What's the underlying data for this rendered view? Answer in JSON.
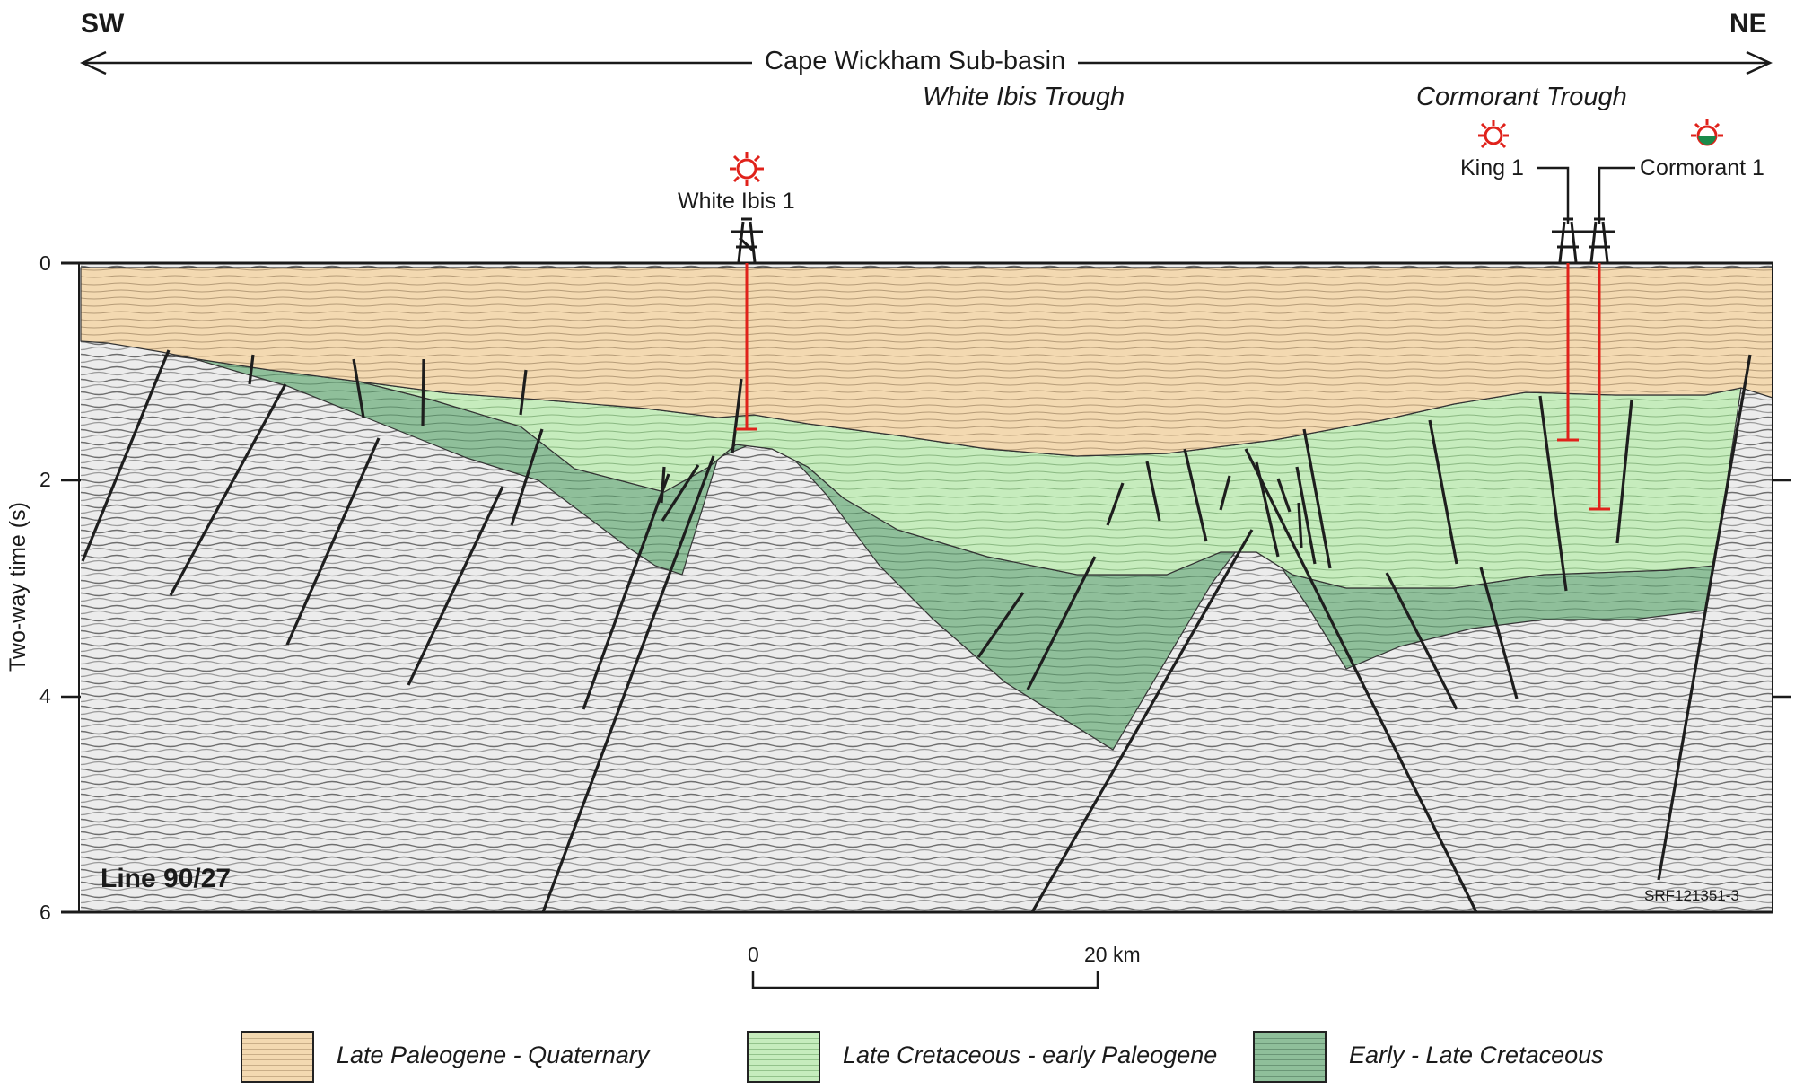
{
  "header": {
    "dir_left": "SW",
    "dir_right": "NE",
    "basin": "Cape Wickham Sub-basin",
    "trough_left": "White Ibis Trough",
    "trough_right": "Cormorant Trough"
  },
  "wells": [
    {
      "name": "White Ibis 1",
      "status": "gas-show-icon"
    },
    {
      "name": "King 1",
      "status": "gas-show-icon"
    },
    {
      "name": "Cormorant 1",
      "status": "oil-gas-show-icon"
    }
  ],
  "axis": {
    "label": "Two-way time (s)",
    "ticks": [
      "0",
      "2",
      "4",
      "6"
    ]
  },
  "section": {
    "line_label": "Line 90/27",
    "figure_code": "SRF121351-3"
  },
  "scale": {
    "start": "0",
    "end": "20 km"
  },
  "legend": [
    {
      "label": "Late Paleogene - Quaternary",
      "color": "#f3d9b1"
    },
    {
      "label": "Late Cretaceous - early Paleogene",
      "color": "#c6ecbd"
    },
    {
      "label": "Early - Late Cretaceous",
      "color": "#8fbf9a"
    }
  ],
  "colors": {
    "well_red": "#e0221b",
    "fault": "#1e1e1e",
    "basement": "#d8d8d8"
  }
}
